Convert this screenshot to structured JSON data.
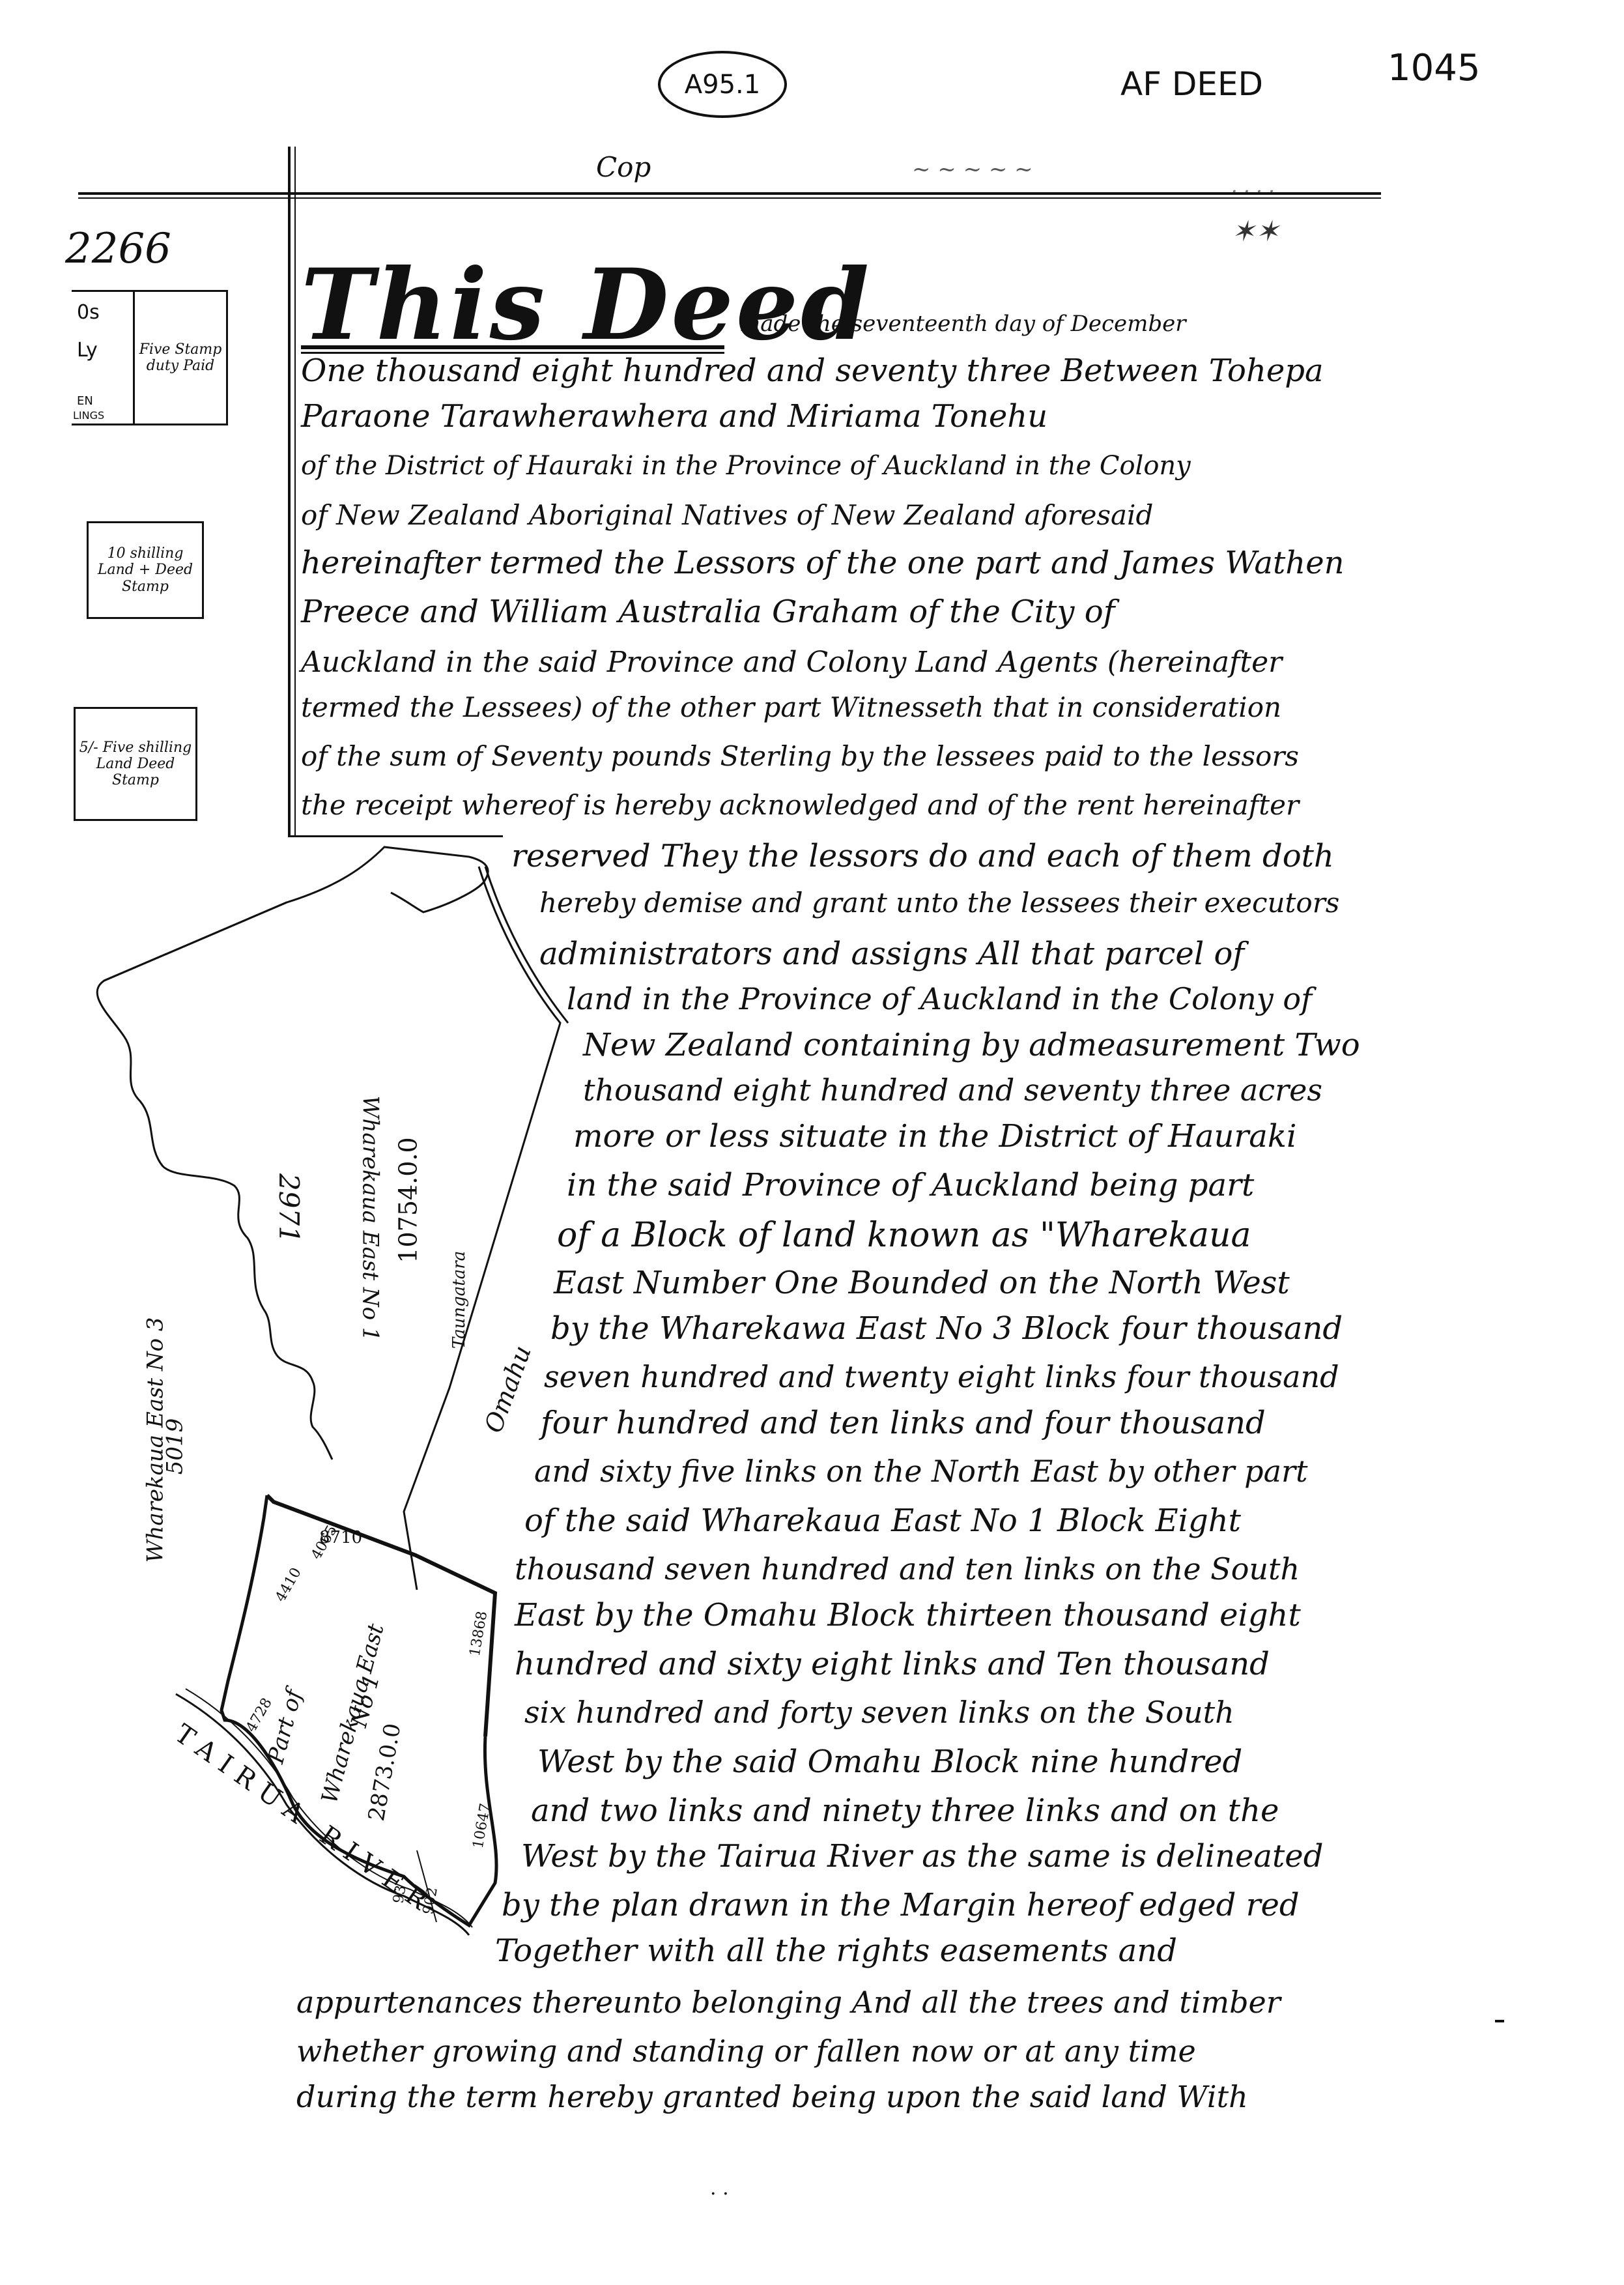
{
  "header": {
    "reference": "A95.1",
    "title": "AF DEED",
    "number": "1045",
    "copy_mark": "Cop",
    "deed_register": "2266"
  },
  "stamps": {
    "left_edge": [
      "0s",
      "Ly",
      "EN",
      "LINGS"
    ],
    "box_one": "Five Stamp duty Paid",
    "box_two": "10 shilling Land + Deed Stamp",
    "box_three": "5/- Five shilling Land Deed Stamp"
  },
  "deed": {
    "title": "This Deed",
    "lines": [
      "made the seventeenth day of December",
      "One thousand eight hundred and seventy three Between Tohepa",
      "Paraone Tarawherawhera and Miriama Tonehu",
      "of the District of Hauraki in the Province of Auckland in the Colony",
      "of New Zealand Aboriginal Natives of New Zealand aforesaid",
      "hereinafter termed the Lessors of the one part and James Wathen",
      "Preece and William Australia Graham of the City of",
      "Auckland in the said Province and Colony Land Agents (hereinafter",
      "termed the Lessees) of the other part Witnesseth that in consideration",
      "of the sum of Seventy pounds Sterling by the lessees paid to the lessors",
      "the receipt whereof is hereby acknowledged and of the rent hereinafter",
      "reserved They the lessors do and each of them doth",
      "hereby demise and grant unto the lessees their executors",
      "administrators and assigns All that parcel of",
      "land in the Province of Auckland in the Colony of",
      "New Zealand containing by admeasurement Two",
      "thousand eight hundred and seventy three acres",
      "more or less situate in the District of Hauraki",
      "in the said Province of Auckland being part",
      "of a Block of land known as \"Wharekaua",
      "East Number One Bounded on the North West",
      "by the Wharekawa East No 3 Block four thousand",
      "seven hundred and twenty eight links four thousand",
      "four hundred and ten links and four thousand",
      "and sixty five links on the North East by other part",
      "of the said Wharekaua East No 1 Block Eight",
      "thousand seven hundred and ten links on the South",
      "East by the Omahu Block thirteen thousand eight",
      "hundred and sixty eight links and Ten thousand",
      "six hundred and forty seven links on the South",
      "West by the said Omahu Block nine hundred",
      "and two links and ninety three links and on the",
      "West by the Tairua River as the same is delineated",
      "by the plan drawn in the Margin hereof edged red",
      "Together with all the rights easements and",
      "appurtenances thereunto belonging And all the trees and timber",
      "whether growing and standing or fallen now or at any time",
      "during the term hereby granted being upon the said land With"
    ]
  },
  "map": {
    "block_2971_number": "2971",
    "block_2971_name": "Wharekaua East No 1",
    "block_2971_area": "10754.0.0",
    "taungatara": "Taungatara",
    "omahu": "Omahu",
    "block_no3_name": "Wharekaua East No 3",
    "block_no3_number": "5019",
    "part_label_1": "Part of",
    "part_label_2": "Wharekaua East",
    "part_label_3": "No 1",
    "part_area": "2873.0.0",
    "river": "TAIRUA RIVER",
    "edge_8710": "8710",
    "edge_4065": "4065",
    "edge_4410": "4410",
    "edge_4728": "4728",
    "edge_13868": "13868",
    "edge_10647": "10647",
    "edge_902": "902",
    "edge_93": "93"
  }
}
